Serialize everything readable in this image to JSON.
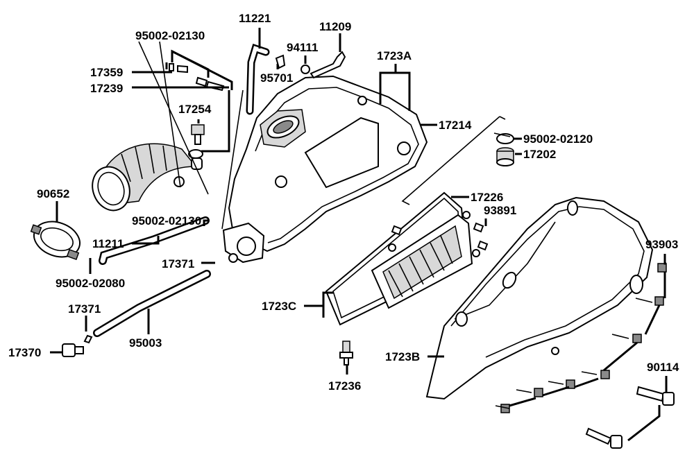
{
  "labels": {
    "p95002_02130_top": "95002-02130",
    "p11221": "11221",
    "p11209": "11209",
    "p94111": "94111",
    "p95701": "95701",
    "p1723A": "1723A",
    "p17359": "17359",
    "p17239": "17239",
    "p17254": "17254",
    "p17214": "17214",
    "p95002_02120": "95002-02120",
    "p17202": "17202",
    "p90652": "90652",
    "p17226": "17226",
    "p93891": "93891",
    "p95002_02130_mid": "95002-02130",
    "p11211": "11211",
    "p93903": "93903",
    "p17371_a": "17371",
    "p95002_02080": "95002-02080",
    "p1723C": "1723C",
    "p17371_b": "17371",
    "p95003": "95003",
    "p17370": "17370",
    "p1723B": "1723B",
    "p90114": "90114",
    "p17236": "17236"
  }
}
